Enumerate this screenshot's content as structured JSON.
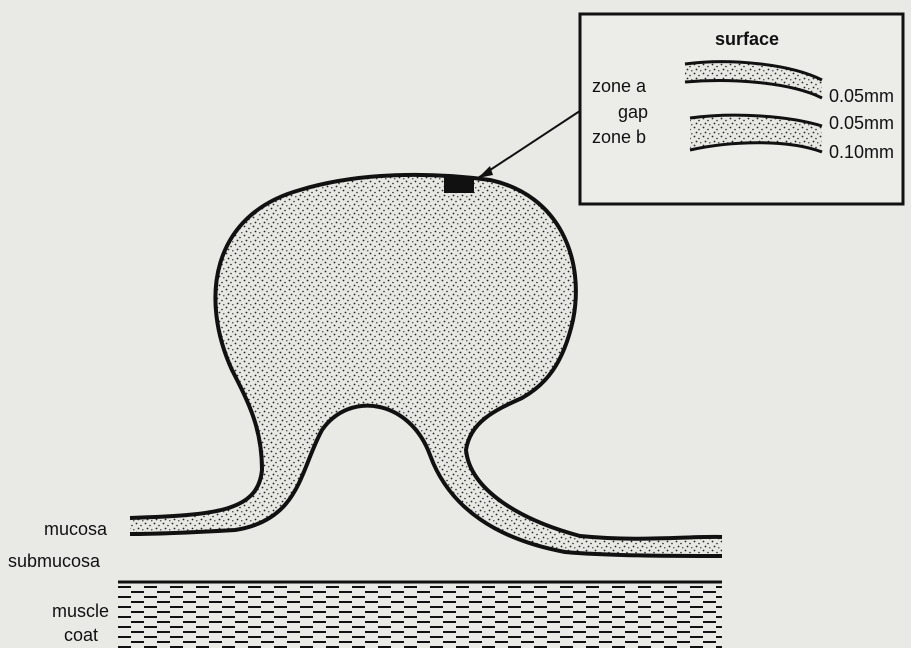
{
  "inset": {
    "surface_label": "surface",
    "zone_a_label": "zone a",
    "gap_label": "gap",
    "zone_b_label": "zone b",
    "zone_a_thickness": "0.05mm",
    "gap_thickness": "0.05mm",
    "zone_b_thickness": "0.10mm"
  },
  "layers": {
    "mucosa_label": "mucosa",
    "submucosa_label": "submucosa",
    "muscle_label": "muscle",
    "coat_label": "coat"
  },
  "colors": {
    "background": "#e9e9e6",
    "ink": "#111111"
  }
}
